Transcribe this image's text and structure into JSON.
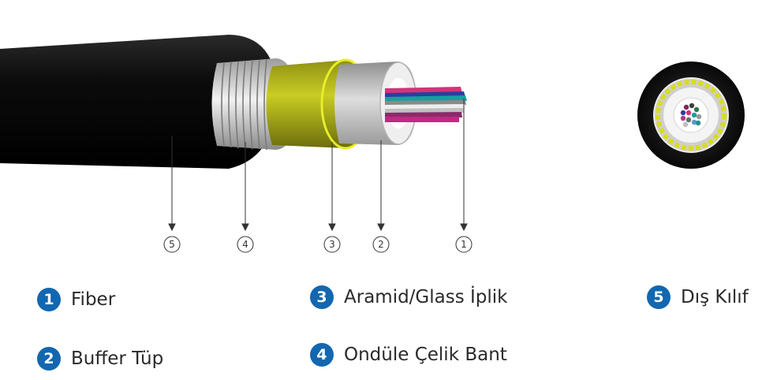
{
  "colors": {
    "badge": "#1267b0",
    "jacket": "#0d0d0d",
    "aramid_yellow": "#c9cc22",
    "buffer_gray": "#c7c7c7"
  },
  "callouts": [
    "5",
    "4",
    "3",
    "2",
    "1"
  ],
  "legend": [
    {
      "num": "1",
      "label": "Fiber"
    },
    {
      "num": "2",
      "label": "Buffer Tüp"
    },
    {
      "num": "3",
      "label": "Aramid/Glass İplik"
    },
    {
      "num": "4",
      "label": "Ondüle Çelik Bant"
    },
    {
      "num": "5",
      "label": "Dış Kılıf"
    }
  ]
}
